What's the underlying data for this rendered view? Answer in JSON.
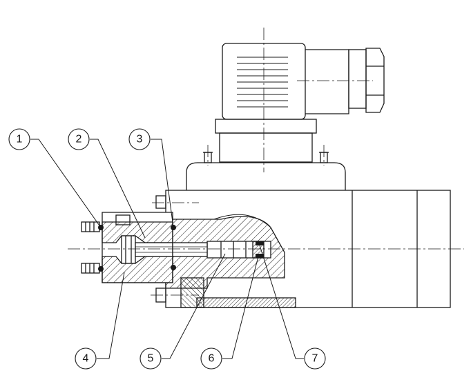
{
  "callouts": [
    {
      "label": "1"
    },
    {
      "label": "2"
    },
    {
      "label": "3"
    },
    {
      "label": "4"
    },
    {
      "label": "5"
    },
    {
      "label": "6"
    },
    {
      "label": "7"
    }
  ],
  "colors": {
    "line": "#1a1a1a",
    "hatch": "#1a1a1a",
    "background": "#ffffff"
  }
}
